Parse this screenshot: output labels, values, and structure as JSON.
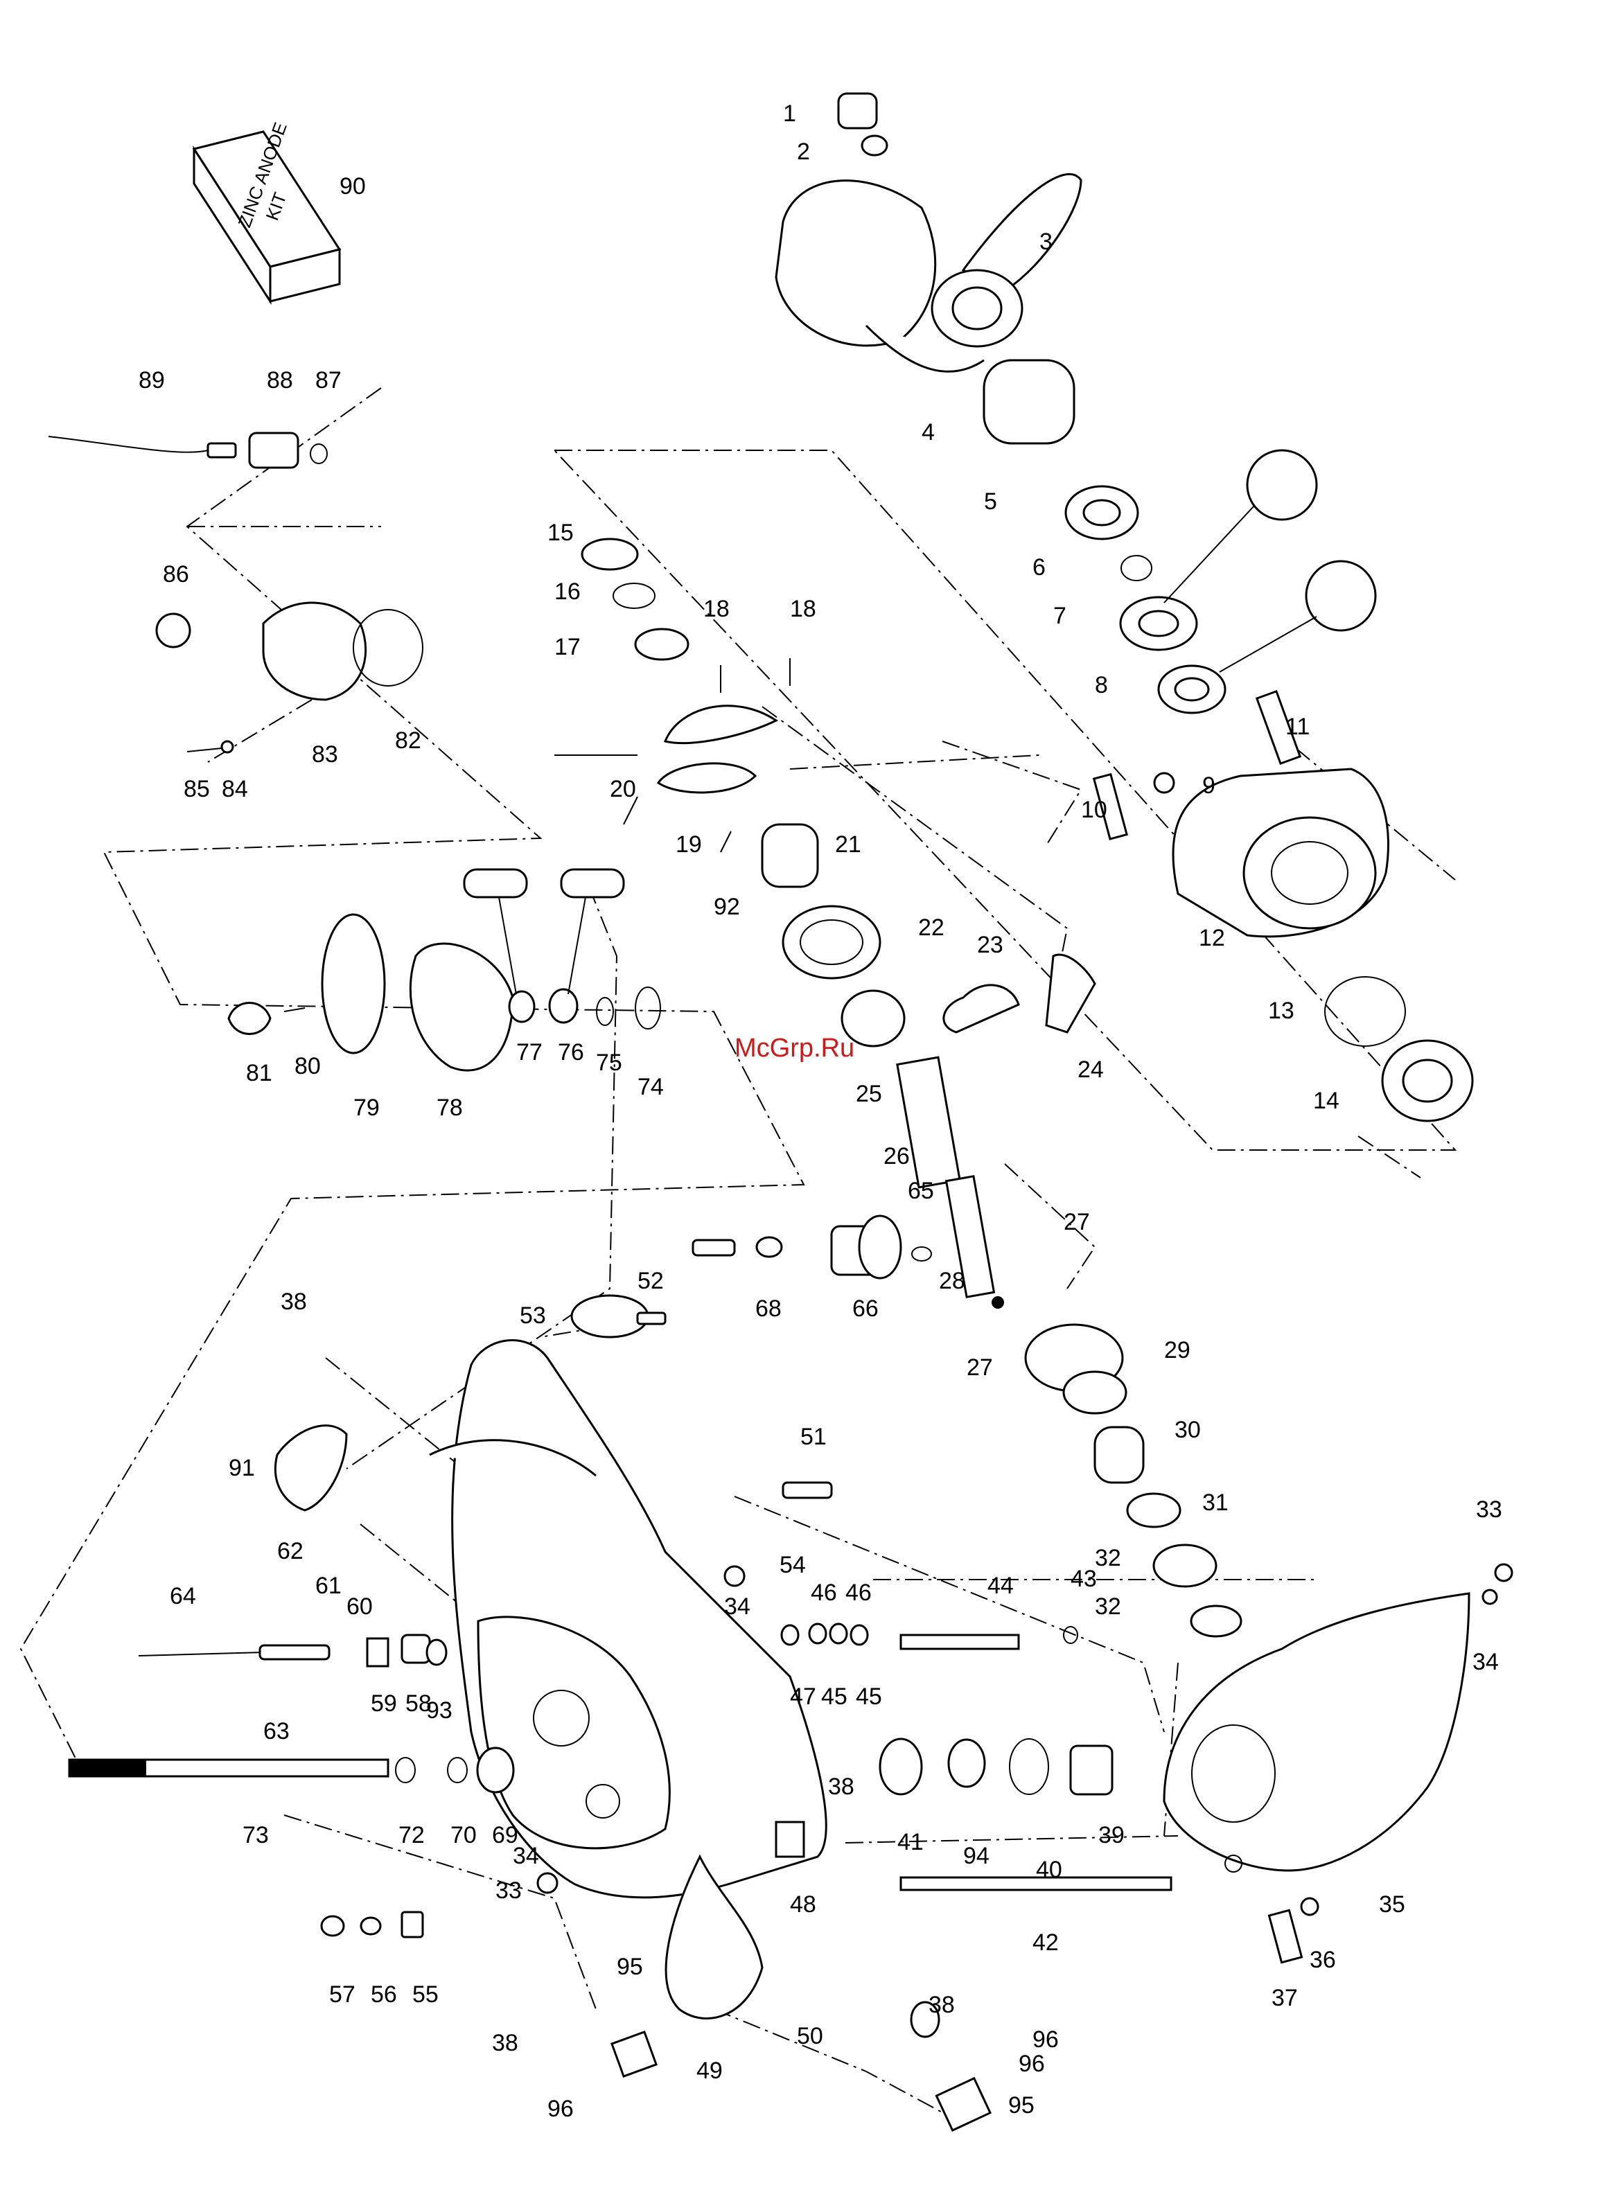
{
  "watermark": "McGrp.Ru",
  "kit_label": [
    "ZINC ANODE",
    "KIT"
  ],
  "callouts": {
    "c1": "1",
    "c2": "2",
    "c3": "3",
    "c4": "4",
    "c5": "5",
    "c6": "6",
    "c7": "7",
    "c8": "8",
    "c9": "9",
    "c10": "10",
    "c11": "11",
    "c12": "12",
    "c13": "13",
    "c14": "14",
    "c15": "15",
    "c16": "16",
    "c17": "17",
    "c18a": "18",
    "c18b": "18",
    "c19": "19",
    "c20": "20",
    "c21": "21",
    "c22": "22",
    "c23": "23",
    "c24": "24",
    "c25": "25",
    "c26": "26",
    "c27a": "27",
    "c27b": "27",
    "c28": "28",
    "c29": "29",
    "c30": "30",
    "c31": "31",
    "c32a": "32",
    "c32b": "32",
    "c33a": "33",
    "c33b": "33",
    "c34a": "34",
    "c34b": "34",
    "c34c": "34",
    "c35": "35",
    "c36": "36",
    "c37": "37",
    "c38a": "38",
    "c38b": "38",
    "c38c": "38",
    "c38d": "38",
    "c39": "39",
    "c40": "40",
    "c41": "41",
    "c42": "42",
    "c43": "43",
    "c44": "44",
    "c45a": "45",
    "c45b": "45",
    "c46a": "46",
    "c46b": "46",
    "c47": "47",
    "c48": "48",
    "c49": "49",
    "c50": "50",
    "c51": "51",
    "c52": "52",
    "c53": "53",
    "c54": "54",
    "c55": "55",
    "c56": "56",
    "c57": "57",
    "c58": "58",
    "c59": "59",
    "c60": "60",
    "c61": "61",
    "c62": "62",
    "c63": "63",
    "c64": "64",
    "c65": "65",
    "c66": "66",
    "c68": "68",
    "c69": "69",
    "c70": "70",
    "c72": "72",
    "c73": "73",
    "c74": "74",
    "c75": "75",
    "c76": "76",
    "c77": "77",
    "c78": "78",
    "c79": "79",
    "c80": "80",
    "c81": "81",
    "c82": "82",
    "c83": "83",
    "c84": "84",
    "c85": "85",
    "c86": "86",
    "c87": "87",
    "c88": "88",
    "c89": "89",
    "c90": "90",
    "c91": "91",
    "c92": "92",
    "c93": "93",
    "c94": "94",
    "c95a": "95",
    "c95b": "95",
    "c96a": "96",
    "c96b": "96",
    "c96c": "96"
  }
}
